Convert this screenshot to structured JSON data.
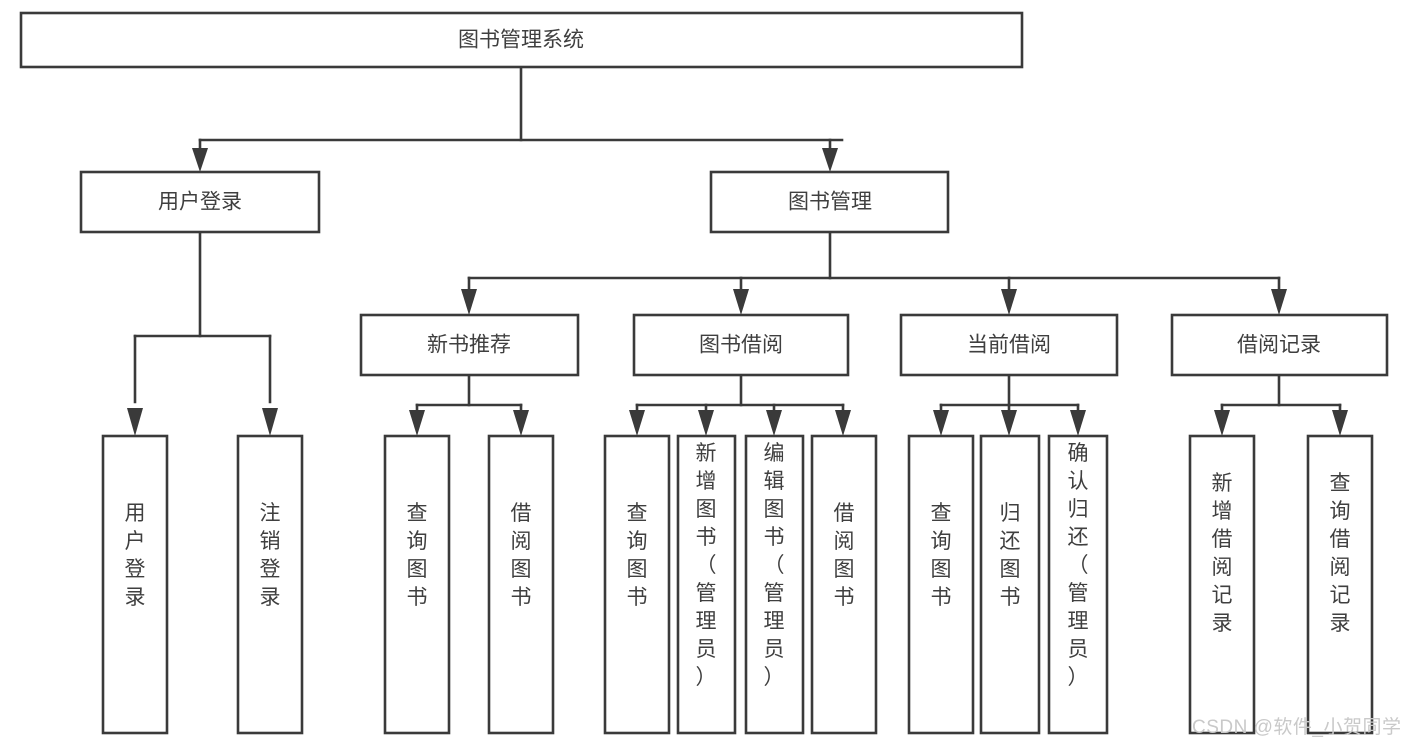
{
  "diagram": {
    "type": "tree",
    "title": "图书管理系统",
    "watermark": "CSDN @软件_小贺同学",
    "colors": {
      "stroke": "#3a3a3a",
      "text": "#3f3f3f",
      "background": "#ffffff",
      "watermark": "#c9c9c9"
    },
    "root": {
      "label": "图书管理系统"
    },
    "level2": [
      {
        "label": "用户登录"
      },
      {
        "label": "图书管理"
      }
    ],
    "level3": [
      {
        "label": "新书推荐"
      },
      {
        "label": "图书借阅"
      },
      {
        "label": "当前借阅"
      },
      {
        "label": "借阅记录"
      }
    ],
    "leaves": {
      "user_login": [
        {
          "label": "用户登录"
        },
        {
          "label": "注销登录"
        }
      ],
      "new_book_recommend": [
        {
          "label": "查询图书"
        },
        {
          "label": "借阅图书"
        }
      ],
      "book_borrow": [
        {
          "label": "查询图书"
        },
        {
          "label": "新增图书（管理员）"
        },
        {
          "label": "编辑图书（管理员）"
        },
        {
          "label": "借阅图书"
        }
      ],
      "current_borrow": [
        {
          "label": "查询图书"
        },
        {
          "label": "归还图书"
        },
        {
          "label": "确认归还（管理员）"
        }
      ],
      "borrow_record": [
        {
          "label": "新增借阅记录"
        },
        {
          "label": "查询借阅记录"
        }
      ]
    }
  }
}
